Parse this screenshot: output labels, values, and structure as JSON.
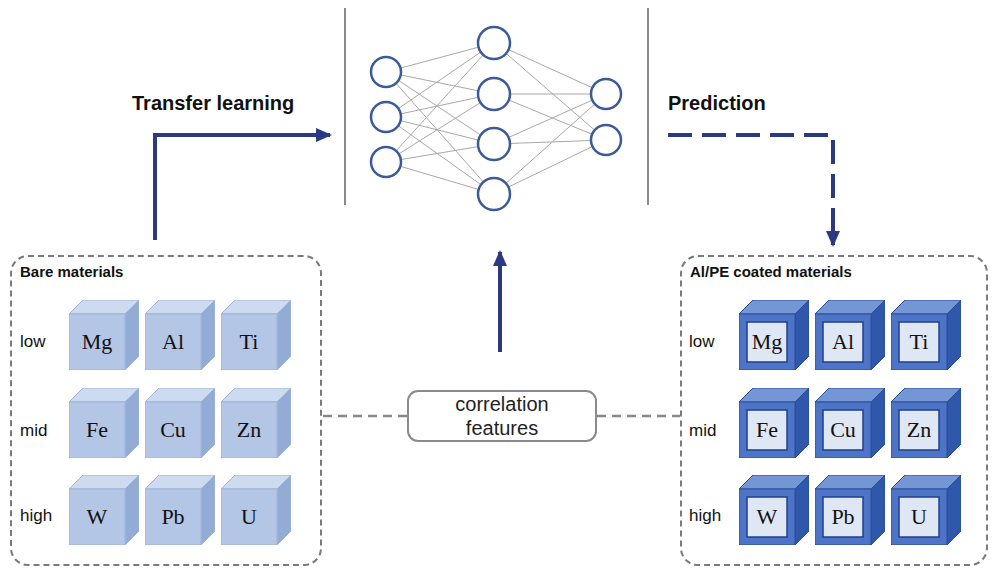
{
  "diagram": {
    "nodes": [
      {
        "text": [
          "Bare materials"
        ]
      },
      {
        "text": [
          "Mg"
        ],
        "in": 0
      },
      {
        "text": [
          "Al"
        ],
        "in": 0
      },
      {
        "text": [
          "Ti"
        ],
        "in": 0
      },
      {
        "text": [
          "Fe"
        ],
        "in": 0
      },
      {
        "text": [
          "Cu"
        ],
        "in": 0
      },
      {
        "text": [
          "Zn"
        ],
        "in": 0
      },
      {
        "text": [
          "W"
        ],
        "in": 0
      },
      {
        "text": [
          "Pb"
        ],
        "in": 0
      },
      {
        "text": [
          "U"
        ],
        "in": 0
      },
      {
        "text": [
          "Al/PE coated materials"
        ]
      },
      {
        "text": [
          "Mg"
        ],
        "in": 10
      },
      {
        "text": [
          "Al"
        ],
        "in": 10
      },
      {
        "text": [
          "Ti"
        ],
        "in": 10
      },
      {
        "text": [
          "Fe"
        ],
        "in": 10
      },
      {
        "text": [
          "Cu"
        ],
        "in": 10
      },
      {
        "text": [
          "Zn"
        ],
        "in": 10
      },
      {
        "text": [
          "W"
        ],
        "in": 10
      },
      {
        "text": [
          "Pb"
        ],
        "in": 10
      },
      {
        "text": [
          "U"
        ],
        "in": 10
      },
      {
        "text": [
          "correlation features"
        ]
      }
    ],
    "edges": [
      {
        "from": 20,
        "to": 0,
        "arrow": "none"
      },
      {
        "from": 20,
        "to": 10,
        "arrow": "none"
      }
    ],
    "labels": [
      "Transfer learning",
      "Prediction",
      "low",
      "mid",
      "high",
      "low",
      "mid",
      "high"
    ]
  }
}
